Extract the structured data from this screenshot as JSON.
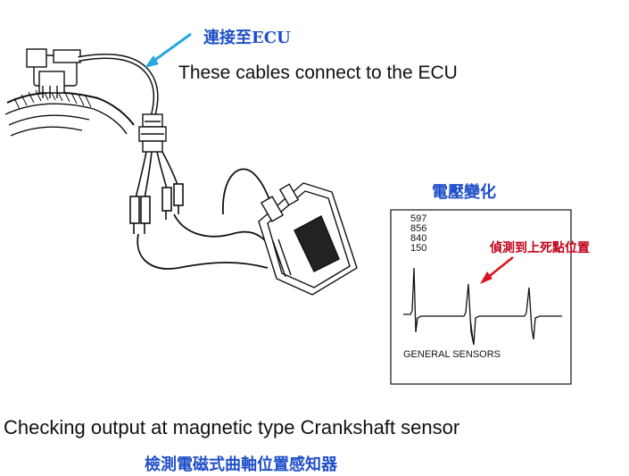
{
  "labels": {
    "connect_zh": "連接至ECU",
    "connect_en": "These cables connect to the ECU",
    "voltage_zh": "電壓變化",
    "tdc_zh": "偵測到上死點位置",
    "scope_values": [
      "597",
      "856",
      "840",
      "150"
    ],
    "scope_footer": "GENERAL SENSORS",
    "caption_en": "Checking output at magnetic type Crankshaft sensor",
    "caption_zh": "檢測電磁式曲軸位置感知器"
  },
  "colors": {
    "accent_text": "#1f4fc8",
    "arrow_blue": "#27a8e0",
    "arrow_red": "#e0101a",
    "tdc_text": "#c00018",
    "line": "#111111"
  }
}
